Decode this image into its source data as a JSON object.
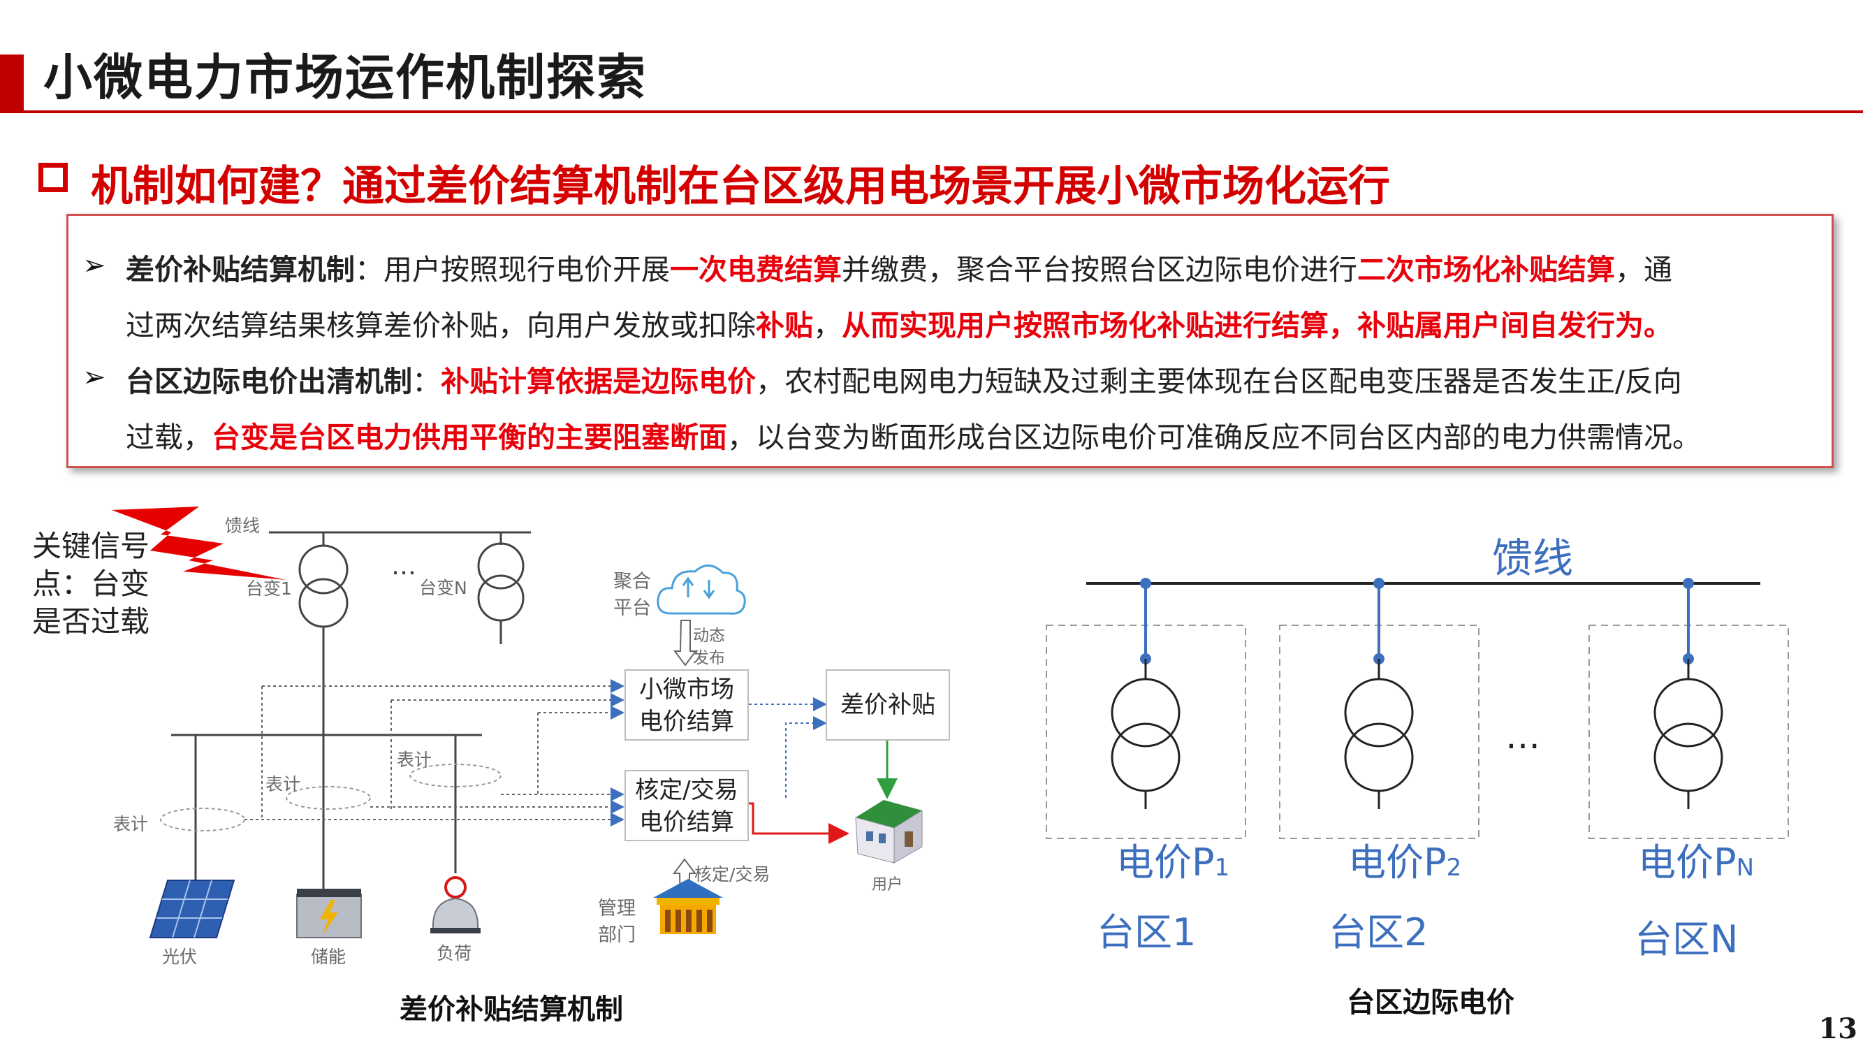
{
  "header": {
    "title": "小微电力市场运作机制探索",
    "subtitle": "机制如何建？通过差价结算机制在台区级用电场景开展小微市场化运行"
  },
  "bullets": {
    "b1_label": "差价补贴结算机制",
    "b1_colon": "：",
    "b1_t1": "用户按照现行电价开展",
    "b1_r1": "一次电费结算",
    "b1_t2": "并缴费，聚合平台按照台区边际电价进行",
    "b1_r2": "二次市场化补贴结算",
    "b1_t3": "，通",
    "b1_t4": "过两次结算结果核算差价补贴，向用户发放或扣除",
    "b1_r3": "补贴",
    "b1_t5": "，",
    "b1_r4": "从而实现用户按照市场化补贴进行结算，补贴属用户间自发行为。",
    "b2_label": "台区边际电价出清机制",
    "b2_colon": "：",
    "b2_r1": "补贴计算依据是边际电价",
    "b2_t1": "，农村配电网电力短缺及过剩主要体现在台区配电变压器是否发生正/反向",
    "b2_t2": "过载，",
    "b2_r2": "台变是台区电力供用平衡的主要阻塞断面",
    "b2_t3": "，以台变为断面形成台区边际电价可准确反应不同台区内部的电力供需情况。"
  },
  "left_diagram": {
    "key_signal": [
      "关键信号",
      "点：台变",
      "是否过载"
    ],
    "feeder": "馈线",
    "transformer_1": "台变1",
    "ellipsis": "…",
    "transformer_n": "台变N",
    "aggregator": [
      "聚合",
      "平台"
    ],
    "dynamic_release": [
      "动态",
      "发布"
    ],
    "micro_market_box": [
      "小微市场",
      "电价结算"
    ],
    "verify_box": [
      "核定/交易",
      "电价结算"
    ],
    "subsidy_box": "差价补贴",
    "meter": "表计",
    "user": "用户",
    "verify_trade": "核定/交易",
    "management": [
      "管理",
      "部门"
    ],
    "pv": "光伏",
    "storage": "储能",
    "load": "负荷",
    "caption": "差价补贴结算机制"
  },
  "right_diagram": {
    "feeder": "馈线",
    "price_prefix": "电价P",
    "sub1": "1",
    "sub2": "2",
    "subN": "N",
    "area1": "台区1",
    "area2": "台区2",
    "areaN": "台区N",
    "ellipsis": "…",
    "caption": "台区边际电价"
  },
  "page_number": "13",
  "colors": {
    "accent_red": "#c00000",
    "highlight_red": "#e8000b",
    "diagram_blue": "#3d6fbf"
  }
}
